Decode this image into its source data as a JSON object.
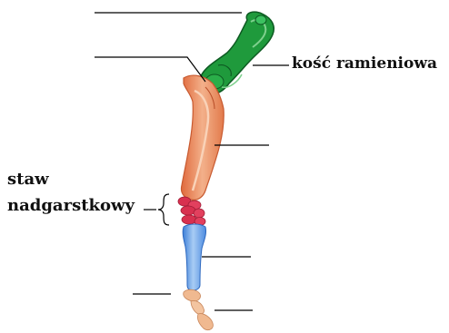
{
  "labels": {
    "humerus": "kość ramieniowa",
    "wrist_line1": "staw",
    "wrist_line2": "nadgarstkowy"
  },
  "blank_label_lines": [
    "scapula-label-line",
    "shoulder-label-line",
    "forearm-label-line",
    "metacarpal-label-line",
    "fetlock-label-line",
    "phalanx-label-line"
  ],
  "colors": {
    "humerus": "#1f9a3c",
    "humerus_dark": "#0d5a22",
    "forearm": "#e8875a",
    "forearm_light": "#f6c3a3",
    "carpus": "#d8304f",
    "metacarpal": "#4f8fe0",
    "metacarpal_light": "#9cc4f2",
    "phalanx": "#f0b990",
    "line": "#000000"
  }
}
